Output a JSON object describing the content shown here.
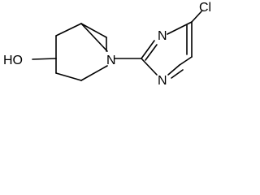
{
  "molecule": {
    "atoms": {
      "hydroxyl": "HO",
      "piperidine_nitrogen": "N",
      "ring_nitrogen_top": "N",
      "ring_nitrogen_bottom": "N",
      "chlorine": "Cl"
    }
  },
  "colors": {
    "bond": "#000000",
    "label": "#000000",
    "background": "#ffffff"
  }
}
